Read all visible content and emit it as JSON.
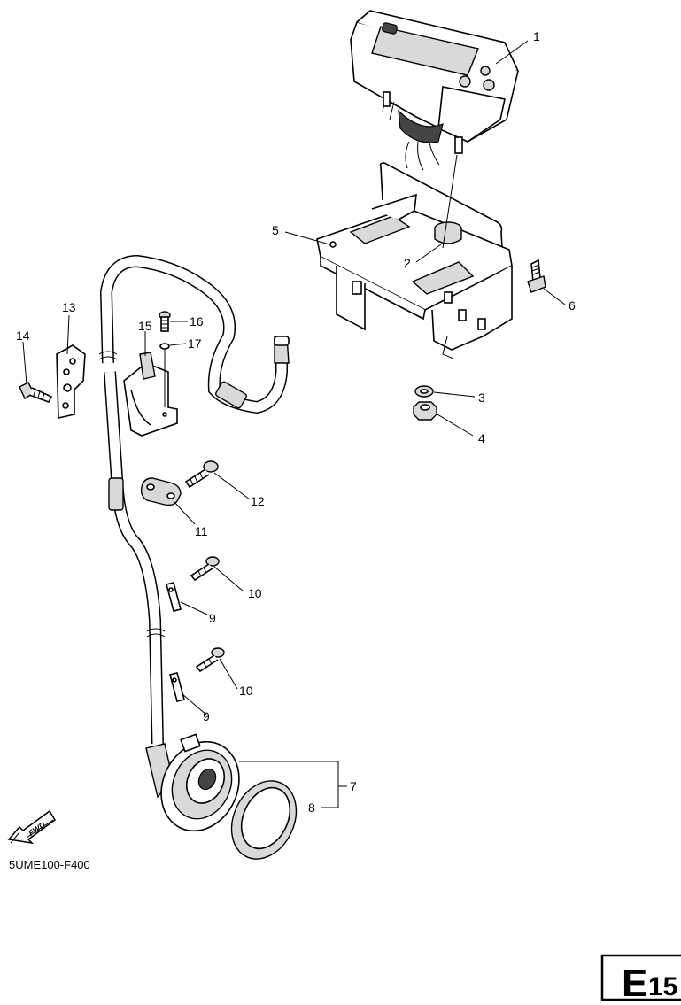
{
  "callouts": {
    "c1": "1",
    "c2": "2",
    "c3": "3",
    "c4": "4",
    "c5": "5",
    "c6": "6",
    "c7": "7",
    "c8": "8",
    "c9a": "9",
    "c9b": "9",
    "c10a": "10",
    "c10b": "10",
    "c11": "11",
    "c12": "12",
    "c13": "13",
    "c14": "14",
    "c15": "15",
    "c16": "16",
    "c17": "17"
  },
  "fwd_label": "FWD",
  "figure_code": "5UME100-F400",
  "section": {
    "letter": "E",
    "number": "15"
  }
}
